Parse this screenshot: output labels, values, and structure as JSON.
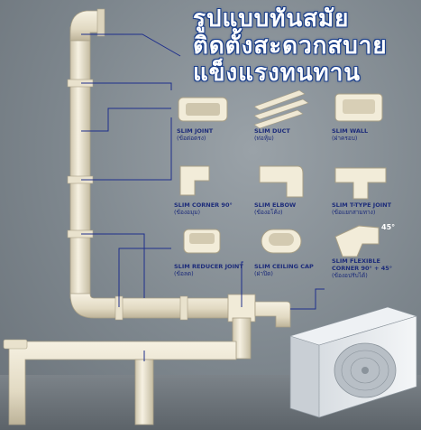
{
  "headline": {
    "line1": "รูปแบบทันสมัย",
    "line2": "ติดตั้งสะดวกสบาย",
    "line3": "แข็งแรงทนทาน"
  },
  "products": [
    {
      "en": "SLIM JOINT",
      "th": "(ข้อต่อตรง)"
    },
    {
      "en": "SLIM DUCT",
      "th": "(ท่อหุ้ม)"
    },
    {
      "en": "SLIM WALL",
      "th": "(ฝาครอบ)"
    },
    {
      "en": "SLIM CORNER 90°",
      "th": "(ข้องอมุม)"
    },
    {
      "en": "SLIM ELBOW",
      "th": "(ข้องอโค้ง)"
    },
    {
      "en": "SLIM T-TYPE JOINT",
      "th": "(ข้อแยกสามทาง)"
    },
    {
      "en": "SLIM REDUCER JOINT",
      "th": "(ข้อลด)"
    },
    {
      "en": "SLIM CEILING CAP",
      "th": "(ฝาปิด)"
    },
    {
      "en": "SLIM FLEXIBLE",
      "en2": "CORNER 90° + 45°",
      "th": "(ข้องอปรับได้)"
    }
  ],
  "angle_label": "45°",
  "colors": {
    "headline_text": "#ffffff",
    "headline_outline": "#1a3e8a",
    "caption_text": "#1d2c7a",
    "duct": "#ede6d2",
    "wall": "#7d868d"
  }
}
